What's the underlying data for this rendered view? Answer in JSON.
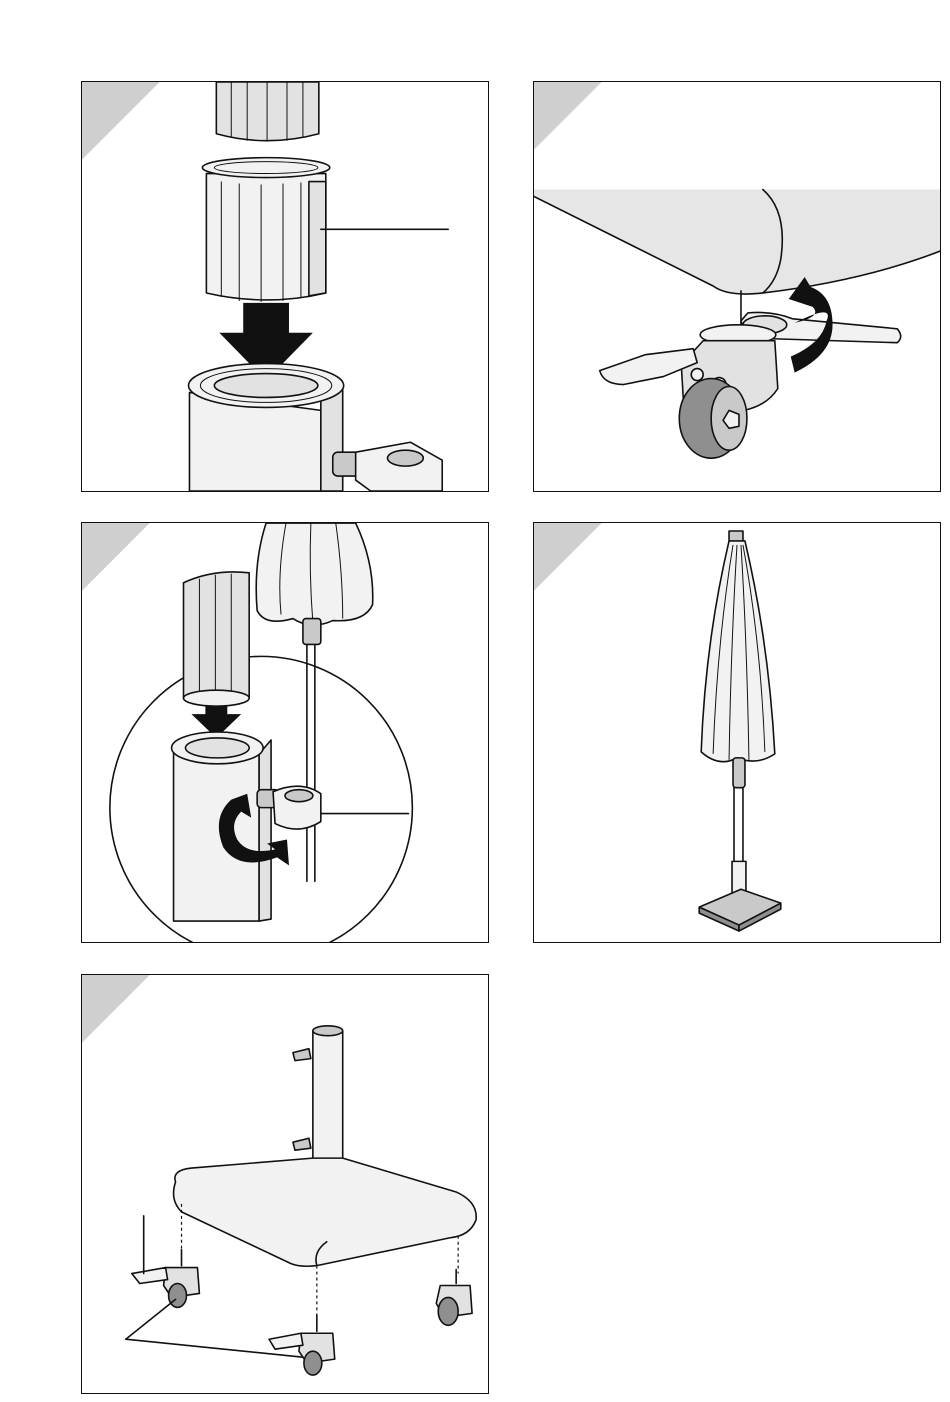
{
  "panels": [
    {
      "id": "step-1",
      "illustration": "insert-adapter-sleeve"
    },
    {
      "id": "step-2",
      "illustration": "tighten-caster-with-wrench"
    },
    {
      "id": "step-3",
      "illustration": "insert-pole-and-tighten-knob"
    },
    {
      "id": "step-4",
      "illustration": "assembled-parasol"
    },
    {
      "id": "step-5",
      "illustration": "attach-casters-to-base"
    }
  ],
  "colors": {
    "corner_marker": "#cfcfcf",
    "line": "#111111",
    "fill_light": "#f2f2f2",
    "fill_mid": "#c9c9c9",
    "fill_dark": "#8f8f8f"
  },
  "icons": [
    "down-arrow-icon",
    "rotate-arrow-icon",
    "wrench-icon",
    "caster-wheel-icon",
    "parasol-icon"
  ]
}
